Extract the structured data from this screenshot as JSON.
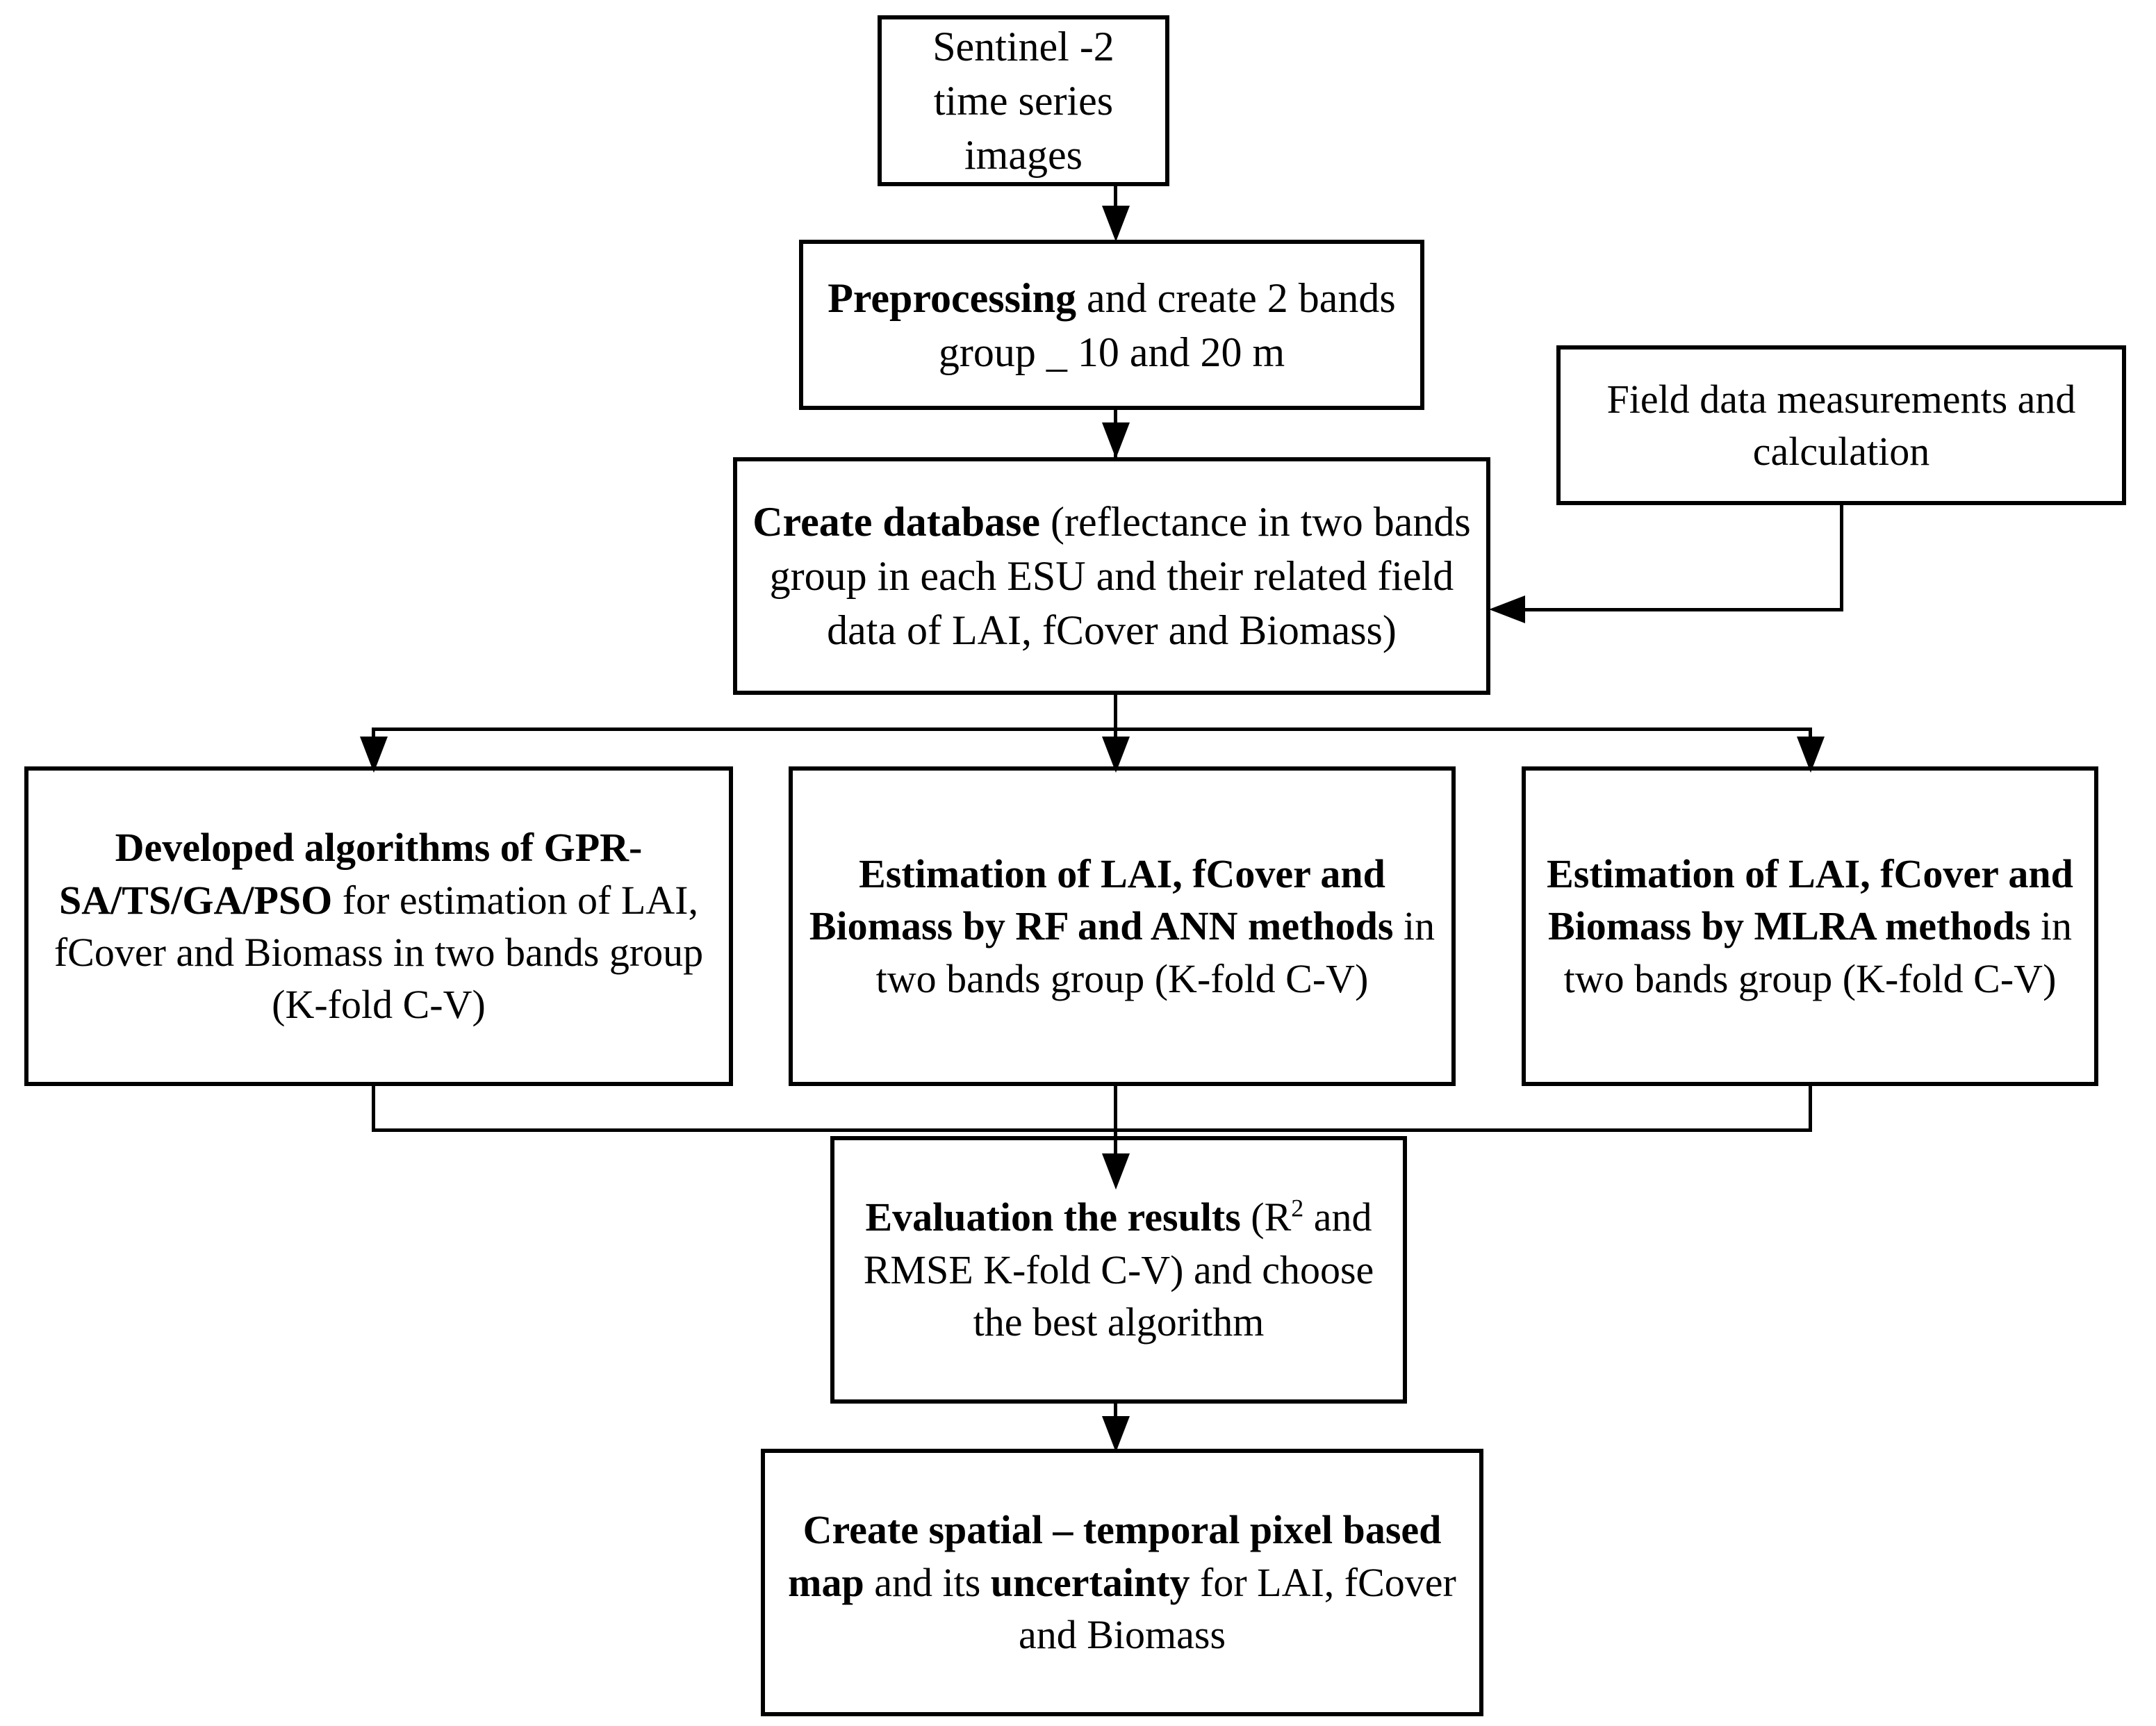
{
  "diagram": {
    "title": "Methodology flowchart for Sentinel-2 based LAI, fCover and Biomass estimation",
    "nodes": {
      "sentinel": {
        "id": "sentinel",
        "plain_text": "Sentinel -2 time series images",
        "segments": [
          {
            "text": "Sentinel -2 time series images",
            "bold": false
          }
        ]
      },
      "preprocessing": {
        "id": "preprocessing",
        "plain_text": "Preprocessing and create 2 bands group _ 10 and 20 m",
        "segments": [
          {
            "text": "Preprocessing",
            "bold": true
          },
          {
            "text": " and create 2 bands group _ 10 and 20 m",
            "bold": false
          }
        ]
      },
      "database": {
        "id": "database",
        "plain_text": "Create database (reflectance in two bands group in each ESU and their related field data of LAI, fCover and Biomass)",
        "segments": [
          {
            "text": "Create database",
            "bold": true
          },
          {
            "text": " (reflectance in two bands group in each ESU and their related field data of LAI, fCover and Biomass)",
            "bold": false
          }
        ]
      },
      "fielddata": {
        "id": "fielddata",
        "plain_text": "Field data measurements and calculation",
        "segments": [
          {
            "text": "Field data measurements and calculation",
            "bold": false
          }
        ]
      },
      "gpr": {
        "id": "gpr",
        "plain_text": "Developed algorithms of GPR-SA/TS/GA/PSO for estimation of LAI, fCover and Biomass in two bands group (K-fold C-V)",
        "segments": [
          {
            "text": "Developed algorithms of GPR-SA/TS/GA/PSO",
            "bold": true
          },
          {
            "text": " for estimation of LAI, fCover and Biomass in two bands group (K-fold C-V)",
            "bold": false
          }
        ]
      },
      "rfann": {
        "id": "rfann",
        "plain_text": "Estimation of LAI, fCover and Biomass by RF and ANN methods in two bands group (K-fold C-V)",
        "segments": [
          {
            "text": "Estimation of LAI, fCover and Biomass by RF and ANN methods",
            "bold": true
          },
          {
            "text": " in two bands group (K-fold C-V)",
            "bold": false
          }
        ]
      },
      "mlra": {
        "id": "mlra",
        "plain_text": "Estimation of LAI, fCover and Biomass by MLRA methods in two bands group (K-fold C-V)",
        "segments": [
          {
            "text": "Estimation of LAI, fCover and Biomass by MLRA methods",
            "bold": true
          },
          {
            "text": " in two bands group (K-fold C-V)",
            "bold": false
          }
        ]
      },
      "evaluation": {
        "id": "evaluation",
        "plain_text": "Evaluation the results (R2 and RMSE K-fold C-V) and choose the best algorithm",
        "segments": [
          {
            "text": "Evaluation the results",
            "bold": true
          },
          {
            "text": " (R",
            "bold": false
          },
          {
            "text": "2",
            "bold": false,
            "sup": true
          },
          {
            "text": " and RMSE K-fold C-V) and choose the best algorithm",
            "bold": false
          }
        ]
      },
      "finalmap": {
        "id": "finalmap",
        "plain_text": "Create spatial – temporal pixel based map and its uncertainty for LAI, fCover and Biomass",
        "segments": [
          {
            "text": "Create spatial – temporal pixel based map",
            "bold": true
          },
          {
            "text": " and its ",
            "bold": false
          },
          {
            "text": "uncertainty",
            "bold": true
          },
          {
            "text": " for LAI, fCover and Biomass",
            "bold": false
          }
        ]
      }
    },
    "edges": [
      {
        "id": "edge-sentinel-preprocessing",
        "from": "sentinel",
        "to": "preprocessing",
        "style": "straight-down-arrow"
      },
      {
        "id": "edge-preprocessing-database",
        "from": "preprocessing",
        "to": "database",
        "style": "straight-down-arrow"
      },
      {
        "id": "edge-fielddata-database",
        "from": "fielddata",
        "to": "database",
        "style": "elbow-left-arrow"
      },
      {
        "id": "edge-database-gpr",
        "from": "database",
        "to": "gpr",
        "style": "split-down-arrow"
      },
      {
        "id": "edge-database-rfann",
        "from": "database",
        "to": "rfann",
        "style": "split-down-arrow"
      },
      {
        "id": "edge-database-mlra",
        "from": "database",
        "to": "mlra",
        "style": "split-down-arrow"
      },
      {
        "id": "edge-gpr-evaluation",
        "from": "gpr",
        "to": "evaluation",
        "style": "merge-down"
      },
      {
        "id": "edge-rfann-evaluation",
        "from": "rfann",
        "to": "evaluation",
        "style": "merge-down"
      },
      {
        "id": "edge-mlra-evaluation",
        "from": "mlra",
        "to": "evaluation",
        "style": "merge-down-arrow"
      },
      {
        "id": "edge-evaluation-finalmap",
        "from": "evaluation",
        "to": "finalmap",
        "style": "straight-down-arrow"
      }
    ],
    "colors": {
      "background": "#ffffff",
      "border": "#000000",
      "text": "#000000",
      "connector": "#000000"
    }
  }
}
